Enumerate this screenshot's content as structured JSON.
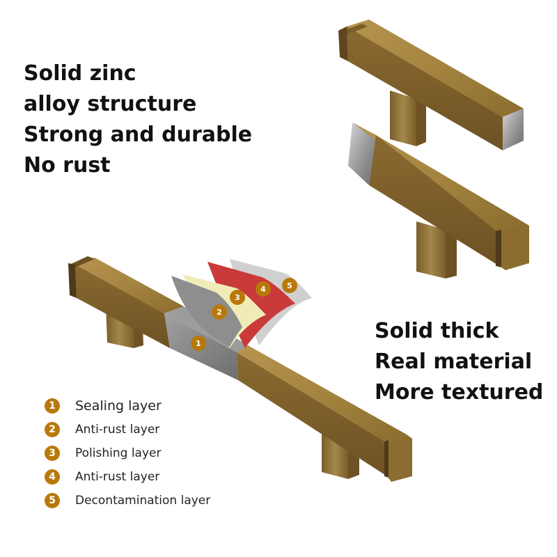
{
  "headline_top": [
    "Solid zinc",
    "alloy structure",
    "Strong and durable",
    "No rust"
  ],
  "headline_right": [
    "Solid thick",
    "Real material",
    "More textured"
  ],
  "layers": [
    {
      "number": "1",
      "label": "Sealing layer"
    },
    {
      "number": "2",
      "label": "Anti-rust layer"
    },
    {
      "number": "3",
      "label": "Polishing layer"
    },
    {
      "number": "4",
      "label": "Anti-rust layer"
    },
    {
      "number": "5",
      "label": "Decontamination layer"
    }
  ],
  "colors": {
    "badge": "#b8780a",
    "bronze": "#9a7a3c",
    "layer_grey": "#8a8a8a",
    "layer_cream": "#f0ecb8",
    "layer_red": "#c93a3a",
    "layer_silver": "#c8c8c8"
  }
}
